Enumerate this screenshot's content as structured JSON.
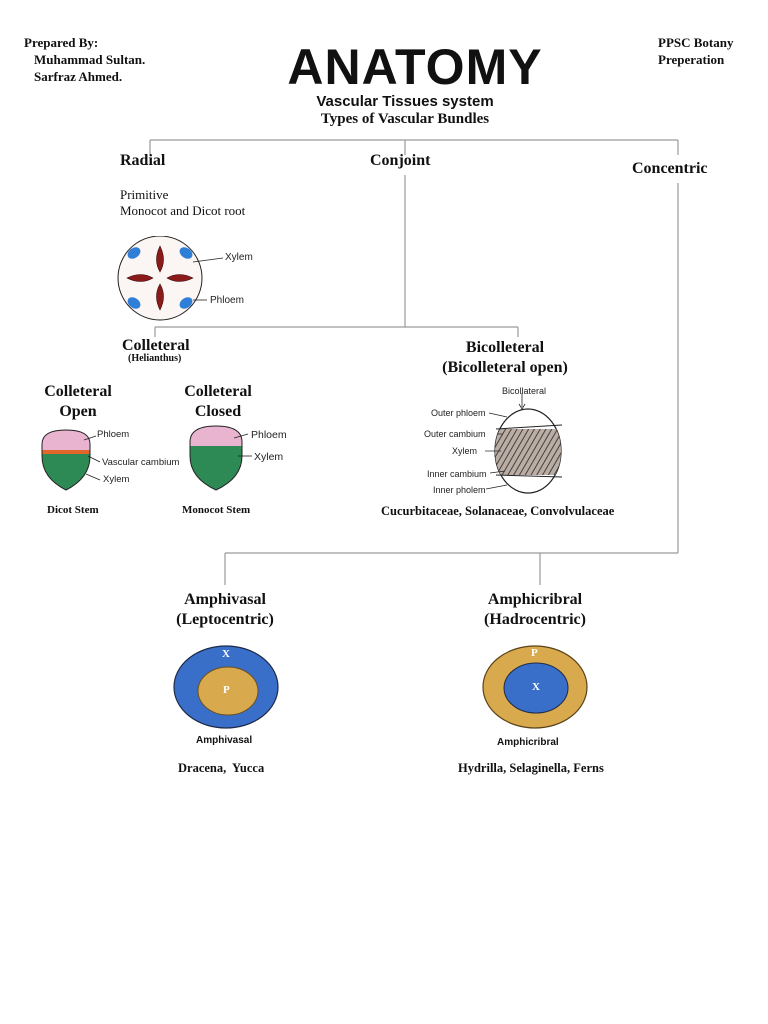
{
  "header": {
    "prepared_by_label": "Prepared By:",
    "author1": "Muhammad Sultan.",
    "author2": "Sarfraz Ahmed.",
    "right_line1": "PPSC Botany",
    "right_line2": "Preperation"
  },
  "title": "ANATOMY",
  "subtitle": "Vascular Tissues system",
  "subtitle2": "Types of Vascular Bundles",
  "radial": {
    "heading": "Radial",
    "line1": "Primitive",
    "line2": "Monocot and Dicot root",
    "xylem_label": "Xylem",
    "phloem_label": "Phloem"
  },
  "conjoint": {
    "heading": "Conjoint"
  },
  "concentric": {
    "heading": "Concentric"
  },
  "colleteral": {
    "heading": "Colleteral",
    "sub": "(Helianthus)"
  },
  "colleteral_open": {
    "line1": "Colleteral",
    "line2": "Open",
    "phloem_label": "Phloem",
    "cambium_label": "Vascular cambium",
    "xylem_label": "Xylem",
    "caption": "Dicot Stem"
  },
  "colleteral_closed": {
    "line1": "Colleteral",
    "line2": "Closed",
    "phloem_label": "Phloem",
    "xylem_label": "Xylem",
    "caption": "Monocot Stem"
  },
  "bicolleteral": {
    "heading": "Bicolleteral",
    "sub": "(Bicolleteral open)",
    "top_label": "Bicollateral",
    "outer_phloem": "Outer phloem",
    "outer_cambium": "Outer cambium",
    "xylem": "Xylem",
    "inner_cambium": "Inner cambium",
    "inner_phloem": "Inner pholem",
    "examples": "Cucurbitaceae, Solanaceae, Convolvulaceae"
  },
  "amphivasal": {
    "line1": "Amphivasal",
    "line2": "(Leptocentric)",
    "outer_letter": "X",
    "inner_letter": "P",
    "caption": "Amphivasal",
    "examples": "Dracena,  Yucca"
  },
  "amphicribral": {
    "line1": "Amphicribral",
    "line2": "(Hadrocentric)",
    "outer_letter": "P",
    "inner_letter": "X",
    "caption": "Amphicribral",
    "examples": "Hydrilla, Selaginella, Ferns"
  },
  "colors": {
    "xylem_red": "#8b1a1a",
    "phloem_blue": "#2f7fd8",
    "phloem_pink": "#e8b4d0",
    "xylem_green": "#2e8a55",
    "cambium_orange": "#e0662a",
    "ring_blue": "#3a6fc9",
    "ring_tan": "#d9a94e",
    "connector_gray": "#9a9a9a"
  }
}
